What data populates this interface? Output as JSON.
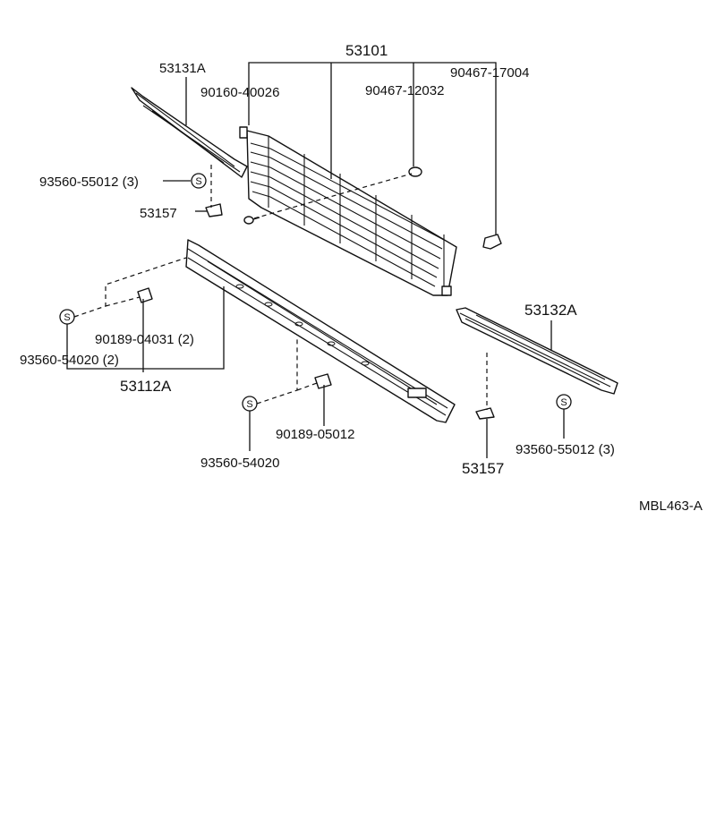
{
  "labels": {
    "l53101": "53101",
    "l53131A": "53131A",
    "l90160_40026": "90160-40026",
    "l90467_12032": "90467-12032",
    "l90467_17004": "90467-17004",
    "l93560_55012_left": "93560-55012 (3)",
    "l53157_left": "53157",
    "l90189_04031": "90189-04031 (2)",
    "l93560_54020_2": "93560-54020 (2)",
    "l53112A": "53112A",
    "l53132A": "53132A",
    "l90189_05012": "90189-05012",
    "l93560_54020": "93560-54020",
    "l53157_right": "53157",
    "l93560_55012_right": "93560-55012 (3)",
    "diagram_code": "MBL463-A"
  },
  "symbols": {
    "screw_symbol": "S"
  }
}
